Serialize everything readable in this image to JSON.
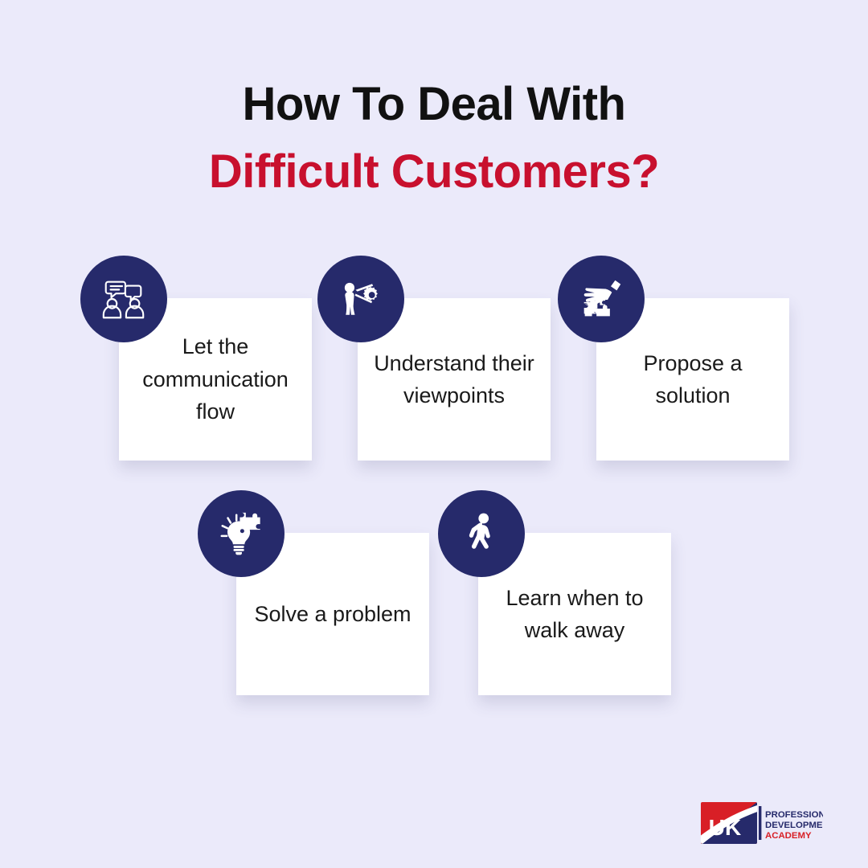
{
  "background_color": "#ebeafa",
  "colors": {
    "navy": "#262a6b",
    "red": "#c8102e",
    "card": "#ffffff",
    "title_dark": "#111111"
  },
  "title": {
    "line1": "How To Deal With",
    "line2": "Difficult Customers?"
  },
  "steps": [
    {
      "id": 1,
      "label": "Let the communication flow",
      "icon": "people-speech-bubbles-icon"
    },
    {
      "id": 2,
      "label": "Understand their viewpoints",
      "icon": "person-viewpoint-gear-icon"
    },
    {
      "id": 3,
      "label": "Propose a solution",
      "icon": "hand-puzzle-piece-icon"
    },
    {
      "id": 4,
      "label": "Solve a problem",
      "icon": "lightbulb-puzzle-icon"
    },
    {
      "id": 5,
      "label": "Learn when to walk away",
      "icon": "walking-person-icon"
    }
  ],
  "logo": {
    "mark": "UK",
    "line1": "PROFESSIONAL",
    "line2": "DEVELOPMENT",
    "line3": "ACADEMY",
    "red": "#d81f26",
    "navy": "#262a6b"
  }
}
